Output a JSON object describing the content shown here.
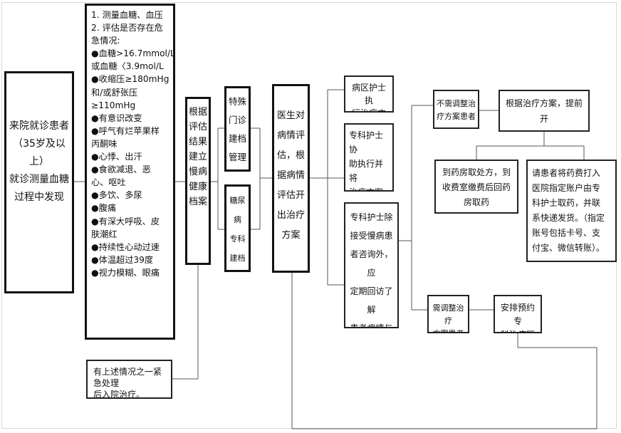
{
  "nodes": {
    "intake": "来院就诊患者\n（35岁及以上）\n就诊测量血糖\n过程中发现",
    "assessment": [
      "1. 测量血糖、血压",
      "2. 评估是否存在危",
      "急情况:",
      "●血糖>16.7mmol/L",
      "或血糖〈3.9mol/L",
      "●收缩压≥180mHg",
      "和/或舒张压",
      "≥110mHg",
      "●有意识改变",
      "●呼气有烂苹果样",
      "丙酮味",
      "●心悸、出汗",
      "●食欲减退、恶",
      "心、呕吐",
      "●多饮、多尿",
      "●腹痛",
      "●有深大呼吸、皮",
      "肤潮红",
      "●持续性心动过速",
      "●体温超过39度",
      "●视力模糊、眼痛"
    ],
    "emergency": "有上述情况之一紧急处理\n后入院治疗。",
    "chronic_file": "根据\n评估\n结果\n建立\n慢病\n健康\n档案",
    "special_clinic": "特殊\n门诊\n建档\n管理",
    "diabetes_clinic": "糖尿病\n专科\n建档\n管理",
    "doctor_plan": "医生对\n病情评\n估，根\n据病情\n评估开\n出治疗\n方案",
    "ward_nurse": "病区护士执\n行治疗方案",
    "specialist_nurse": "专科护士协\n助执行并将\n治疗方案记\n录在案",
    "followup_nurse": "专科护士除\n接受慢病患\n者咨询外，应\n定期回访了解\n患者病情与治\n疗情况",
    "no_adjust": "不需调整治\n疗方案患者",
    "prescribe": "根据治疗方案，提前开\n出治疗方案与用药处方",
    "pharmacy": "到药房取处方，到\n收费室缴费后回药\n房取药",
    "remote_pay": "请患者将药费打入\n医院指定账户由专\n科护士取药，并联\n系快递发货。（指定\n账号包括卡号、支\n付宝、微信转账）。",
    "need_adjust": "需调整治疗\n方案患者",
    "arrange_doctor": "安排预约专\n科治疗医生"
  }
}
